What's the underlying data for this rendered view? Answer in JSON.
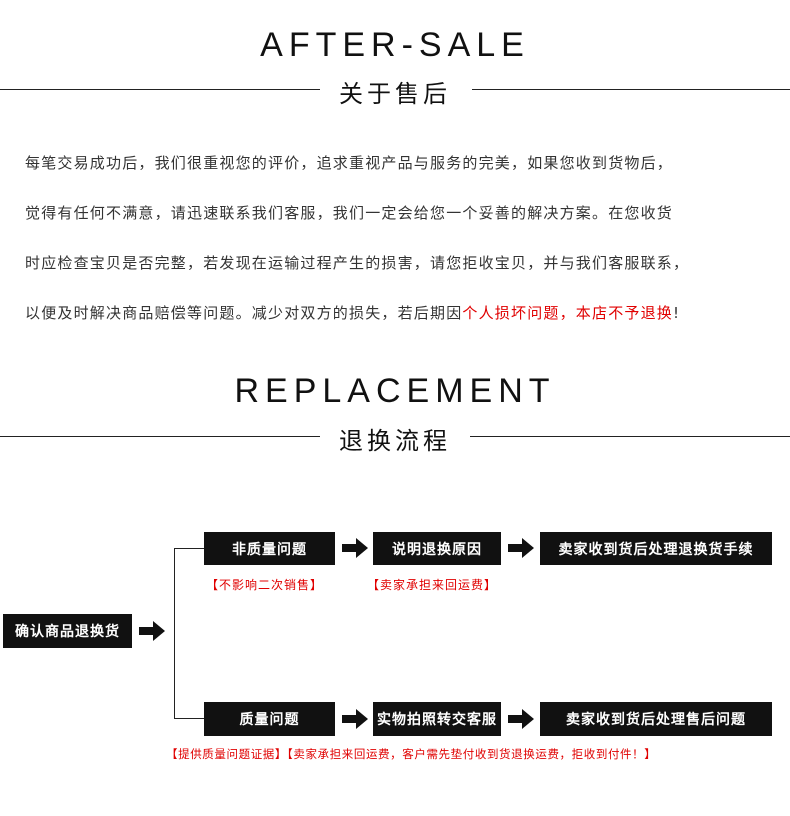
{
  "section1": {
    "title_en": "AFTER-SALE",
    "title_cn": "关于售后",
    "paragraph_lines": [
      "每笔交易成功后，我们很重视您的评价，追求重视产品与服务的完美，如果您收到货物后，",
      "觉得有任何不满意，请迅速联系我们客服，我们一定会给您一个妥善的解决方案。在您收货",
      "时应检查宝贝是否完整，若发现在运输过程产生的损害，请您拒收宝贝，并与我们客服联系，"
    ],
    "last_line_prefix": "以便及时解决商品赔偿等问题。减少对双方的损失，若后期因",
    "last_line_red": "个人损坏问题，本店不予退换",
    "last_line_suffix": "!"
  },
  "section2": {
    "title_en": "REPLACEMENT",
    "title_cn": "退换流程"
  },
  "flow": {
    "start": "确认商品退换货",
    "top_row": [
      "非质量问题",
      "说明退换原因",
      "卖家收到货后处理退换货手续"
    ],
    "top_notes": [
      "【不影响二次销售】",
      "【卖家承担来回运费】"
    ],
    "bottom_row": [
      "质量问题",
      "实物拍照转交客服",
      "卖家收到货后处理售后问题"
    ],
    "bottom_note": "【提供质量问题证据】【卖家承担来回运费，客户需先垫付收到货退换运费，拒收到付件！】"
  },
  "colors": {
    "accent_red": "#e00000",
    "box_bg": "#111111"
  }
}
